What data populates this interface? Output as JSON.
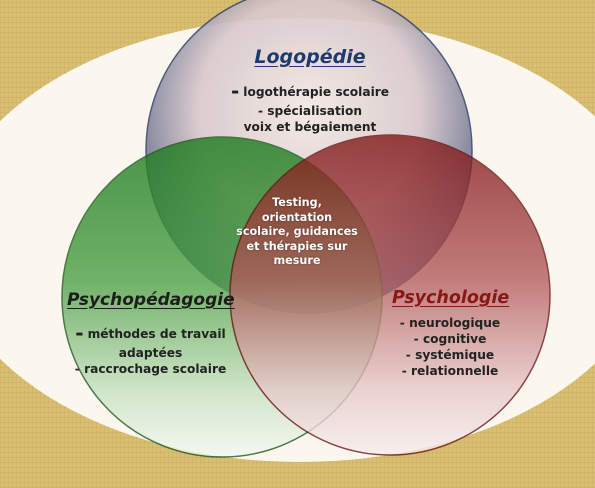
{
  "colors": {
    "background": "#d9bf72",
    "ellipse": "#fbf7ef",
    "logopedie_circle": "#d9c9cb",
    "psychopedagogie_circle": "#2e8a2c",
    "psychologie_circle": "#9c2a2a",
    "logopedie_title": "#1f3a6e",
    "psychologie_title": "#8a1717"
  },
  "circles": {
    "logopedie": {
      "title": "Logopédie",
      "items": [
        {
          "dash": "-",
          "text": "logothérapie scolaire"
        },
        {
          "dash": "",
          "text": "- spécialisation"
        },
        {
          "dash": "",
          "text": "voix et bégaiement"
        }
      ]
    },
    "psychopedagogie": {
      "title": "Psychopédagogie",
      "items": [
        {
          "dash": "-",
          "text": "méthodes de travail"
        },
        {
          "dash": "",
          "text": "adaptées"
        },
        {
          "dash": "",
          "text": "- raccrochage scolaire"
        }
      ]
    },
    "psychologie": {
      "title": "Psychologie",
      "items": [
        {
          "dash": "",
          "text": "- neurologique"
        },
        {
          "dash": "",
          "text": "- cognitive"
        },
        {
          "dash": "",
          "text": "-  systémique"
        },
        {
          "dash": "",
          "text": "- relationnelle"
        }
      ]
    }
  },
  "center": {
    "lines": [
      "Testing,",
      "orientation",
      "scolaire, guidances",
      "et thérapies sur",
      "mesure"
    ]
  }
}
